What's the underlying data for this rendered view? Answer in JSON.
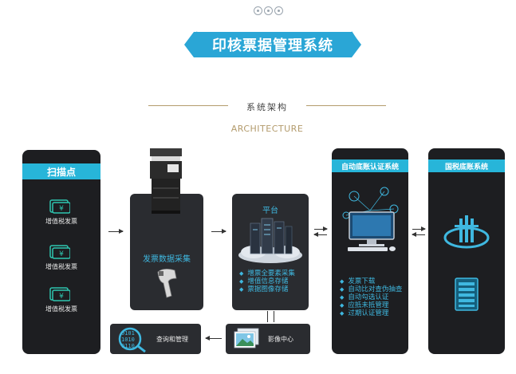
{
  "header": {
    "title": "印核票据管理系统",
    "subtitle": "系统架构",
    "subtitle_en": "ARCHITECTURE"
  },
  "scan_panel": {
    "label": "扫描点",
    "items": [
      "增值税发票",
      "增值税发票",
      "增值税发票"
    ]
  },
  "capture_panel": {
    "label": "发票数据采集"
  },
  "platform_panel": {
    "label": "平台",
    "items": [
      "增票全要素采集",
      "增值信息存储",
      "票据图像存储"
    ]
  },
  "auth_panel": {
    "label": "自动底账认证系统",
    "items": [
      "发票下载",
      "自动比对查伪抽查",
      "自动勾选认证",
      "应抵未抵管理",
      "过期认证管理"
    ]
  },
  "tax_panel": {
    "label": "国税底账系统"
  },
  "query_panel": {
    "label": "查询和管理"
  },
  "image_panel": {
    "label": "影像中心"
  },
  "colors": {
    "accent": "#27b5d9",
    "panel": "#2a2c30",
    "gold": "#b39b6c"
  }
}
